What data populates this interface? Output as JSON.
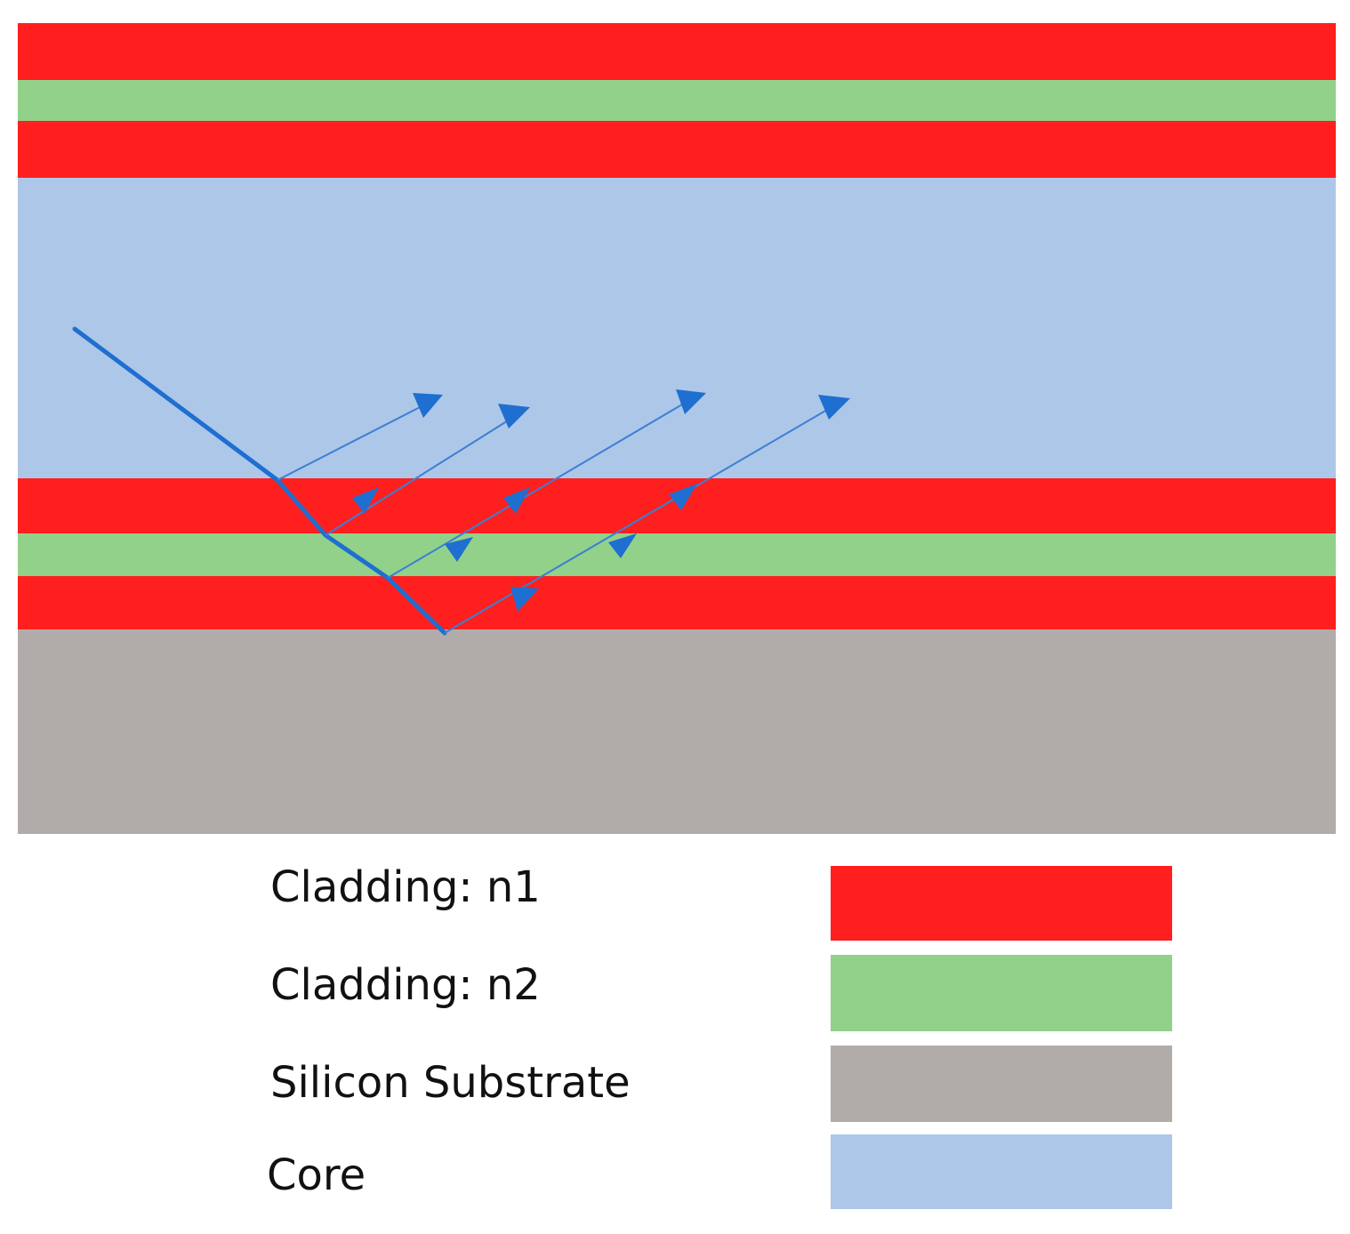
{
  "colors": {
    "cladding_n1": "#ff1f1f",
    "cladding_n2": "#92d18a",
    "silicon_substrate": "#b1aca9",
    "core": "#adc7e8",
    "ray": "#1e6fd0"
  },
  "layer_stack_top_to_bottom": [
    "cladding_n1",
    "cladding_n2",
    "cladding_n1",
    "core",
    "cladding_n1",
    "cladding_n2",
    "cladding_n1",
    "silicon_substrate"
  ],
  "legend": [
    {
      "label": "Cladding: n1",
      "color": "#ff1f1f"
    },
    {
      "label": "Cladding: n2",
      "color": "#92d18a"
    },
    {
      "label": "Silicon Substrate",
      "color": "#b1aca9"
    },
    {
      "label": "Core",
      "color": "#adc7e8"
    }
  ]
}
